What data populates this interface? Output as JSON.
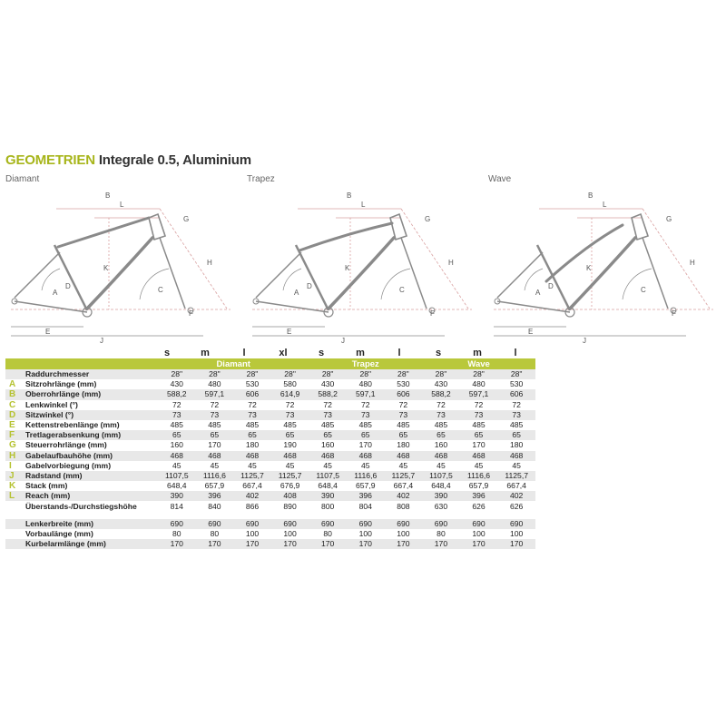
{
  "title": {
    "keyword": "GEOMETRIEN",
    "rest": "Integrale 0.5, Aluminium"
  },
  "frames": [
    {
      "name": "Diamant"
    },
    {
      "name": "Trapez"
    },
    {
      "name": "Wave"
    }
  ],
  "dimension_letters": [
    "B",
    "L",
    "G",
    "H",
    "K",
    "A",
    "D",
    "C",
    "F",
    "E",
    "J"
  ],
  "sizes": [
    "s",
    "m",
    "l",
    "xl",
    "s",
    "m",
    "l",
    "s",
    "m",
    "l"
  ],
  "groups": [
    "Diamant",
    "Trapez",
    "Wave"
  ],
  "rows": [
    {
      "letter": "",
      "label": "Raddurchmesser",
      "values": [
        "28\"",
        "28\"",
        "28\"",
        "28\"",
        "28\"",
        "28\"",
        "28\"",
        "28\"",
        "28\"",
        "28\""
      ]
    },
    {
      "letter": "A",
      "label": "Sitzrohrlänge (mm)",
      "values": [
        "430",
        "480",
        "530",
        "580",
        "430",
        "480",
        "530",
        "430",
        "480",
        "530"
      ]
    },
    {
      "letter": "B",
      "label": "Oberrohrlänge (mm)",
      "values": [
        "588,2",
        "597,1",
        "606",
        "614,9",
        "588,2",
        "597,1",
        "606",
        "588,2",
        "597,1",
        "606"
      ]
    },
    {
      "letter": "C",
      "label": "Lenkwinkel (°)",
      "values": [
        "72",
        "72",
        "72",
        "72",
        "72",
        "72",
        "72",
        "72",
        "72",
        "72"
      ]
    },
    {
      "letter": "D",
      "label": "Sitzwinkel (°)",
      "values": [
        "73",
        "73",
        "73",
        "73",
        "73",
        "73",
        "73",
        "73",
        "73",
        "73"
      ]
    },
    {
      "letter": "E",
      "label": "Kettenstrebenlänge (mm)",
      "values": [
        "485",
        "485",
        "485",
        "485",
        "485",
        "485",
        "485",
        "485",
        "485",
        "485"
      ]
    },
    {
      "letter": "F",
      "label": "Tretlagerabsenkung (mm)",
      "values": [
        "65",
        "65",
        "65",
        "65",
        "65",
        "65",
        "65",
        "65",
        "65",
        "65"
      ]
    },
    {
      "letter": "G",
      "label": "Steuerrohrlänge (mm)",
      "values": [
        "160",
        "170",
        "180",
        "190",
        "160",
        "170",
        "180",
        "160",
        "170",
        "180"
      ]
    },
    {
      "letter": "H",
      "label": "Gabelaufbauhöhe (mm)",
      "values": [
        "468",
        "468",
        "468",
        "468",
        "468",
        "468",
        "468",
        "468",
        "468",
        "468"
      ]
    },
    {
      "letter": "I",
      "label": "Gabelvorbiegung (mm)",
      "values": [
        "45",
        "45",
        "45",
        "45",
        "45",
        "45",
        "45",
        "45",
        "45",
        "45"
      ]
    },
    {
      "letter": "J",
      "label": "Radstand (mm)",
      "values": [
        "1107,5",
        "1116,6",
        "1125,7",
        "1125,7",
        "1107,5",
        "1116,6",
        "1125,7",
        "1107,5",
        "1116,6",
        "1125,7"
      ]
    },
    {
      "letter": "K",
      "label": "Stack (mm)",
      "values": [
        "648,4",
        "657,9",
        "667,4",
        "676,9",
        "648,4",
        "657,9",
        "667,4",
        "648,4",
        "657,9",
        "667,4"
      ]
    },
    {
      "letter": "L",
      "label": "Reach (mm)",
      "values": [
        "390",
        "396",
        "402",
        "408",
        "390",
        "396",
        "402",
        "390",
        "396",
        "402"
      ]
    },
    {
      "letter": "",
      "label": "Überstands-/Durchstiegshöhe",
      "values": [
        "814",
        "840",
        "866",
        "890",
        "800",
        "804",
        "808",
        "630",
        "626",
        "626"
      ]
    }
  ],
  "extra_rows": [
    {
      "label": "Lenkerbreite (mm)",
      "values": [
        "690",
        "690",
        "690",
        "690",
        "690",
        "690",
        "690",
        "690",
        "690",
        "690"
      ]
    },
    {
      "label": "Vorbaulänge (mm)",
      "values": [
        "80",
        "80",
        "100",
        "100",
        "80",
        "100",
        "100",
        "80",
        "100",
        "100"
      ]
    },
    {
      "label": "Kurbelarmlänge (mm)",
      "values": [
        "170",
        "170",
        "170",
        "170",
        "170",
        "170",
        "170",
        "170",
        "170",
        "170"
      ]
    }
  ],
  "colors": {
    "accent": "#b9c83b",
    "title_keyword": "#a7b51a",
    "frame_line": "#8a8a8a",
    "dimension_line": "#d9a0a0"
  }
}
